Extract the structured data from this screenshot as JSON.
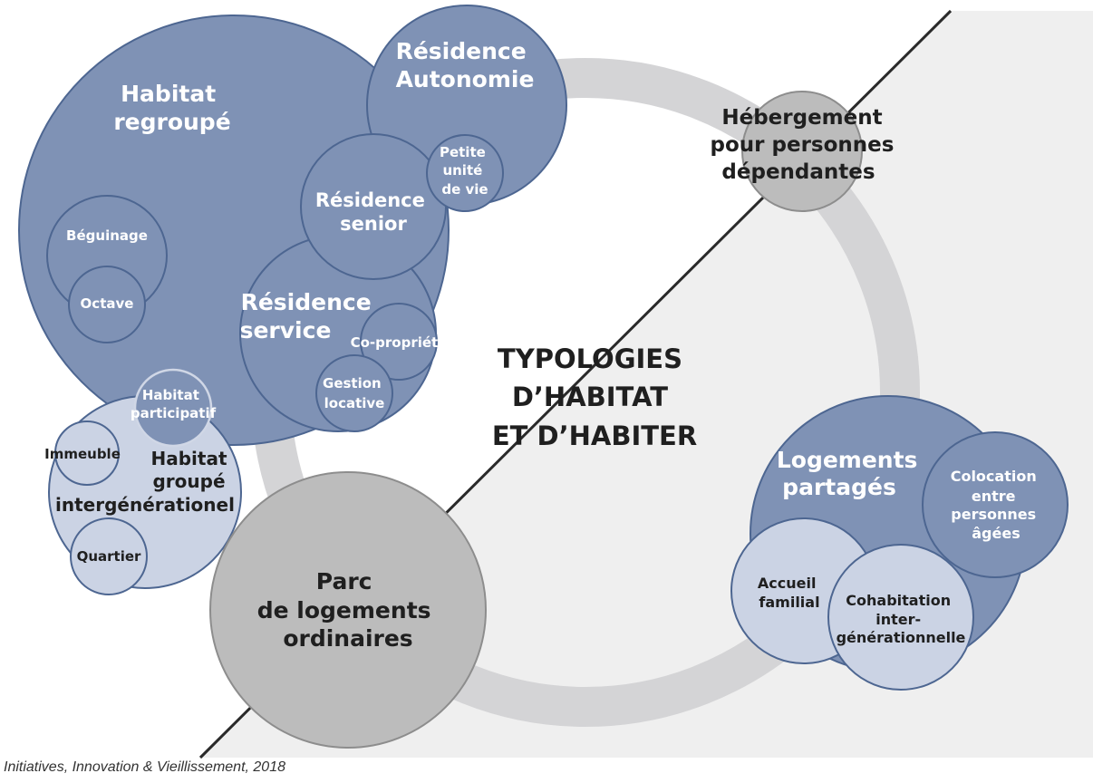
{
  "title": [
    "TYPOLOGIES",
    "D’HABITAT",
    "ET D’HABITER"
  ],
  "nodes": {
    "habitat_regroupe": [
      "Habitat",
      "regroupé"
    ],
    "residence_autonomie": [
      "Résidence",
      "Autonomie"
    ],
    "petite_unite": [
      "Petite",
      "unité",
      "de vie"
    ],
    "residence_senior": [
      "Résidence",
      "senior"
    ],
    "beguinage": [
      "Béguinage"
    ],
    "octave": [
      "Octave"
    ],
    "residence_service": [
      "Résidence",
      "service"
    ],
    "copropriete": [
      "Co-propriété"
    ],
    "gestion_locative": [
      "Gestion",
      "locative"
    ],
    "habitat_participatif": [
      "Habitat",
      "participatif"
    ],
    "immeuble": [
      "Immeuble"
    ],
    "habitat_groupe_intergen": [
      "Habitat",
      "groupé",
      "intergénérationel"
    ],
    "quartier": [
      "Quartier"
    ],
    "hebergement": [
      "Hébergement",
      "pour personnes",
      "dépendantes"
    ],
    "parc_logements": [
      "Parc",
      "de logements",
      "ordinaires"
    ],
    "logements_partages": [
      "Logements",
      "partagés"
    ],
    "colocation": [
      "Colocation",
      "entre",
      "personnes",
      "âgées"
    ],
    "accueil_familial": [
      "Accueil",
      "familial"
    ],
    "cohabitation": [
      "Cohabitation",
      "inter-",
      "générationnelle"
    ]
  },
  "caption": "Initiatives, Innovation & Vieillissement, 2018",
  "colors": {
    "dark_blue": "#7f92b5",
    "light_blue": "#cbd3e4",
    "gray": "#bcbcbc",
    "ring": "#d4d4d6",
    "stroke": "#4d6691",
    "background_right": "#efefef"
  }
}
